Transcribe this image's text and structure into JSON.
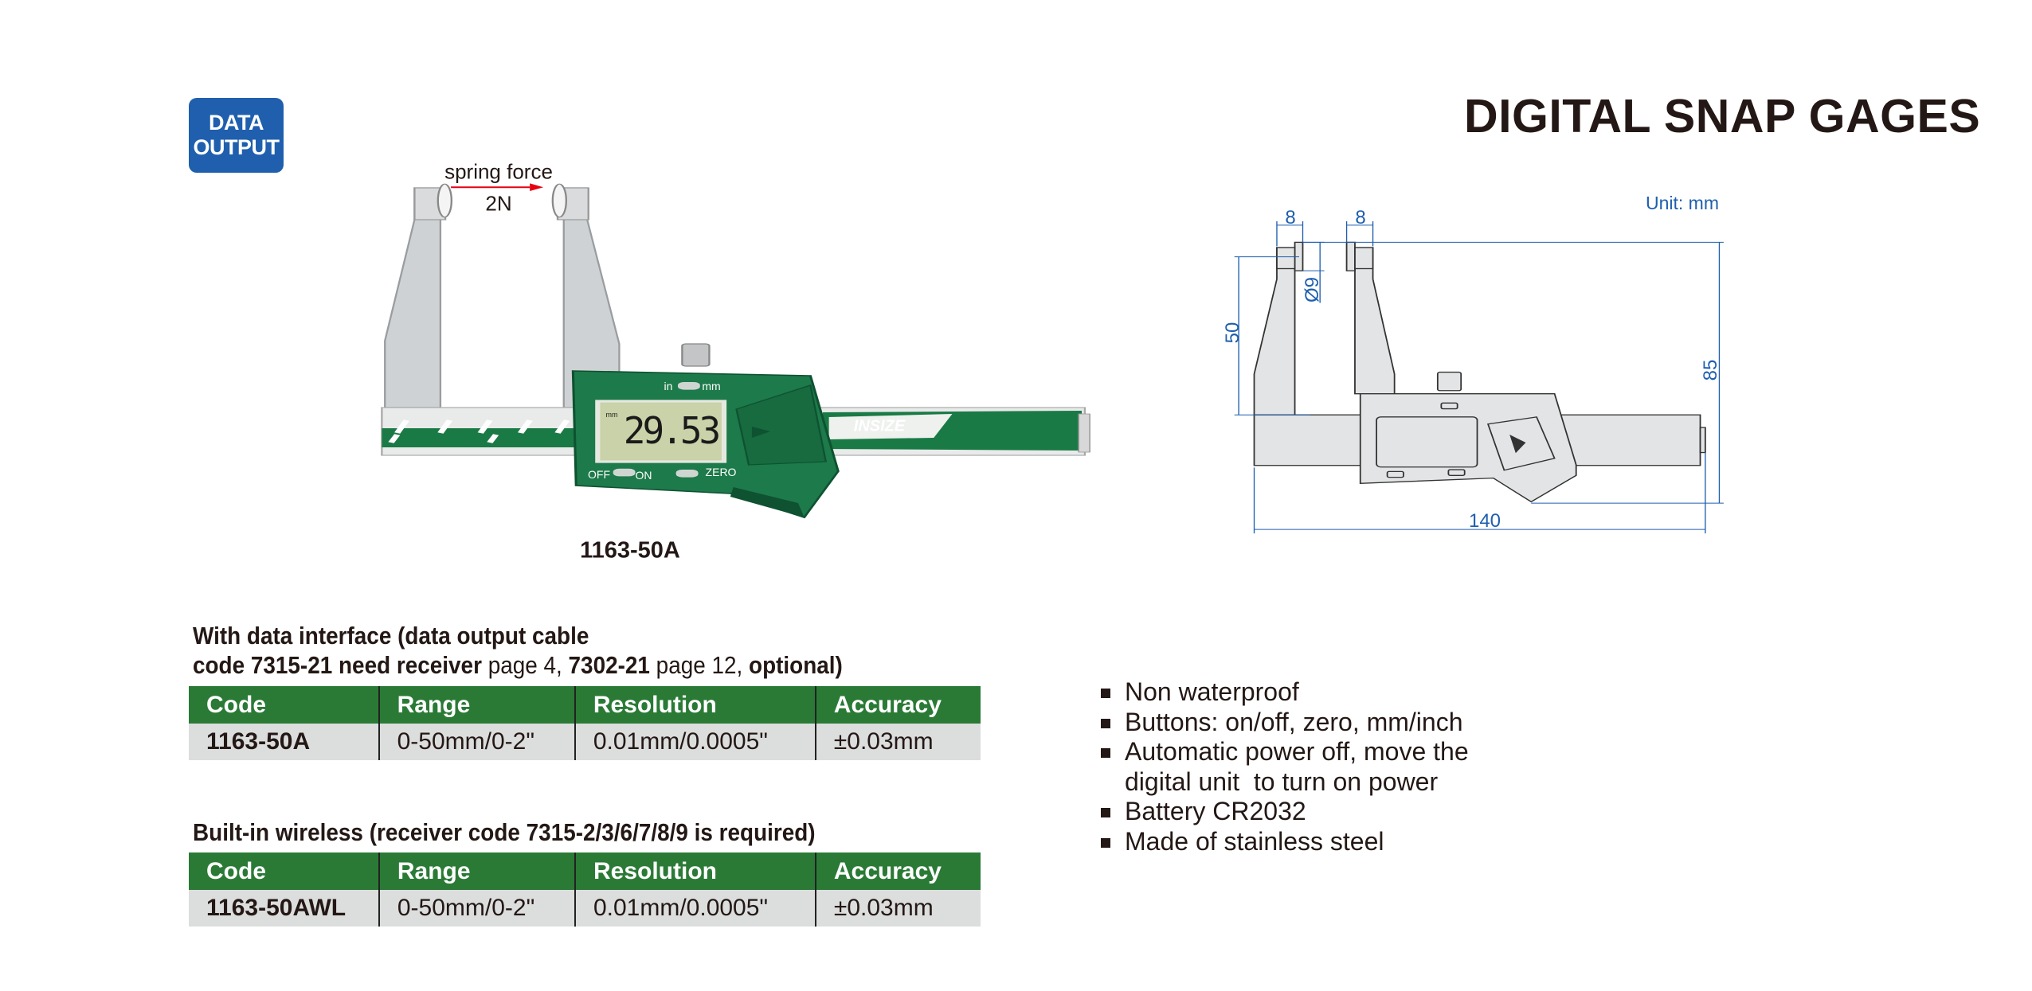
{
  "badge": {
    "line1": "DATA",
    "line2": "OUTPUT"
  },
  "page_title": "DIGITAL SNAP GAGES",
  "photo": {
    "spring_force_label": "spring force",
    "force_value": "2N",
    "unit_toggle_in": "in",
    "unit_toggle_mm": "mm",
    "lcd_unit": "mm",
    "lcd_reading": "29.53",
    "btn_off": "OFF",
    "btn_on": "ON",
    "btn_zero": "ZERO",
    "brand": "INSIZE",
    "caption": "1163-50A",
    "colors": {
      "body": "#1d7a4a",
      "arrow": "#e60012"
    }
  },
  "drawing": {
    "unit": "Unit: mm",
    "dim_pad_left": "8",
    "dim_pad_right": "8",
    "dim_diameter": "Ø9",
    "dim_depth": "50",
    "dim_height": "85",
    "dim_length": "140",
    "color": "#1f5fae"
  },
  "table1": {
    "heading_line1": "With data interface (data output cable",
    "heading_line2": [
      {
        "text": "code 7315-21 need receiver",
        "bold": true
      },
      {
        "text": " page 4, ",
        "bold": false
      },
      {
        "text": "7302-21",
        "bold": true
      },
      {
        "text": " page 12, ",
        "bold": false
      },
      {
        "text": "optional)",
        "bold": true
      }
    ],
    "headers": [
      "Code",
      "Range",
      "Resolution",
      "Accuracy"
    ],
    "rows": [
      [
        "1163-50A",
        "0-50mm/0-2\"",
        "0.01mm/0.0005\"",
        "±0.03mm"
      ]
    ]
  },
  "table2": {
    "heading": "Built-in wireless (receiver code 7315-2/3/6/7/8/9 is required)",
    "headers": [
      "Code",
      "Range",
      "Resolution",
      "Accuracy"
    ],
    "rows": [
      [
        "1163-50AWL",
        "0-50mm/0-2\"",
        "0.01mm/0.0005\"",
        "±0.03mm"
      ]
    ]
  },
  "features": [
    "Non waterproof",
    "Buttons: on/off, zero, mm/inch",
    "Automatic power off, move the digital unit  to turn on power",
    "Battery CR2032",
    "Made of stainless steel"
  ],
  "colors": {
    "header_green": "#2a7a36",
    "row_gray": "#dcdddd",
    "badge_blue": "#1f5fae"
  }
}
